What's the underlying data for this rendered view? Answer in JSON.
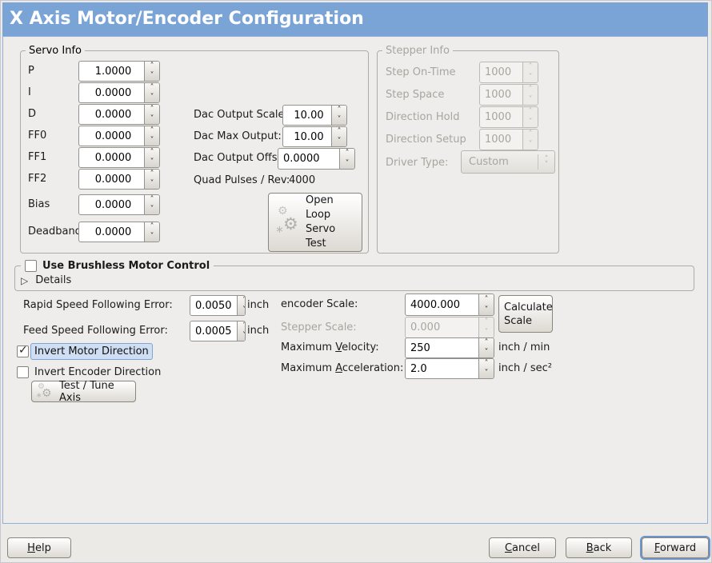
{
  "window": {
    "title": "X Axis Motor/Encoder Configuration"
  },
  "colors": {
    "titlebar_blue": "#7ba4d6",
    "panel_border_blue": "#8fb0d8",
    "selection_highlight": "#cfdef2",
    "background": "#eeedeb"
  },
  "icons": {
    "check": "✓",
    "expander_collapsed": "▷",
    "spin_up": "˄",
    "spin_down": "˅",
    "gear": "⚙",
    "sparkle": "∗"
  },
  "servo_info": {
    "title": "Servo Info",
    "fields": [
      {
        "label": "P",
        "value": "1.0000"
      },
      {
        "label": "I",
        "value": "0.0000"
      },
      {
        "label": "D",
        "value": "0.0000"
      },
      {
        "label": "FF0",
        "value": "0.0000"
      },
      {
        "label": "FF1",
        "value": "0.0000"
      },
      {
        "label": "FF2",
        "value": "0.0000"
      },
      {
        "label": "Bias",
        "value": "0.0000"
      },
      {
        "label": "Deadband",
        "value": "0.0000"
      }
    ]
  },
  "dac": {
    "output_scale_label": "Dac Output Scale:",
    "output_scale_value": "10.00",
    "max_output_label": "Dac Max Output:",
    "max_output_value": "10.00",
    "output_offset_label": "Dac Output Offset:",
    "output_offset_value": "0.0000",
    "quad_pulses_label": "Quad Pulses / Rev:",
    "quad_pulses_value": "4000"
  },
  "open_loop_button_label": "Open Loop Servo Test",
  "stepper_info": {
    "title": "Stepper Info",
    "fields": [
      {
        "label": "Step On-Time",
        "value": "1000"
      },
      {
        "label": "Step Space",
        "value": "1000"
      },
      {
        "label": "Direction Hold",
        "value": "1000"
      },
      {
        "label": "Direction Setup",
        "value": "1000"
      }
    ],
    "driver_type_label": "Driver Type:",
    "driver_type_value": "Custom"
  },
  "brushless": {
    "checkbox_label": "Use Brushless Motor Control",
    "checkbox_checked": false,
    "details_label": "Details"
  },
  "following_error": {
    "rapid_label": "Rapid Speed Following Error:",
    "rapid_value": "0.0050",
    "rapid_unit": "inch",
    "feed_label": "Feed Speed Following Error:",
    "feed_value": "0.0005",
    "feed_unit": "inch"
  },
  "scales": {
    "encoder_label": "encoder Scale:",
    "encoder_value": "4000.000",
    "calculate_button_label": "Calculate Scale",
    "stepper_label": "Stepper Scale:",
    "stepper_value": "0.000",
    "max_velocity_label": "Maximum Velocity:",
    "max_velocity_value": "250",
    "max_velocity_unit": "inch / min",
    "max_accel_label": "Maximum Acceleration:",
    "max_accel_value": "2.0",
    "max_accel_unit": "inch / sec²"
  },
  "options": {
    "invert_motor_label": "Invert Motor Direction",
    "invert_motor_checked": true,
    "invert_encoder_label": "Invert Encoder Direction",
    "invert_encoder_checked": false,
    "test_tune_button_label": "Test / Tune Axis"
  },
  "footer": {
    "help_label": "Help",
    "cancel_label": "Cancel",
    "back_label": "Back",
    "forward_label": "Forward"
  }
}
